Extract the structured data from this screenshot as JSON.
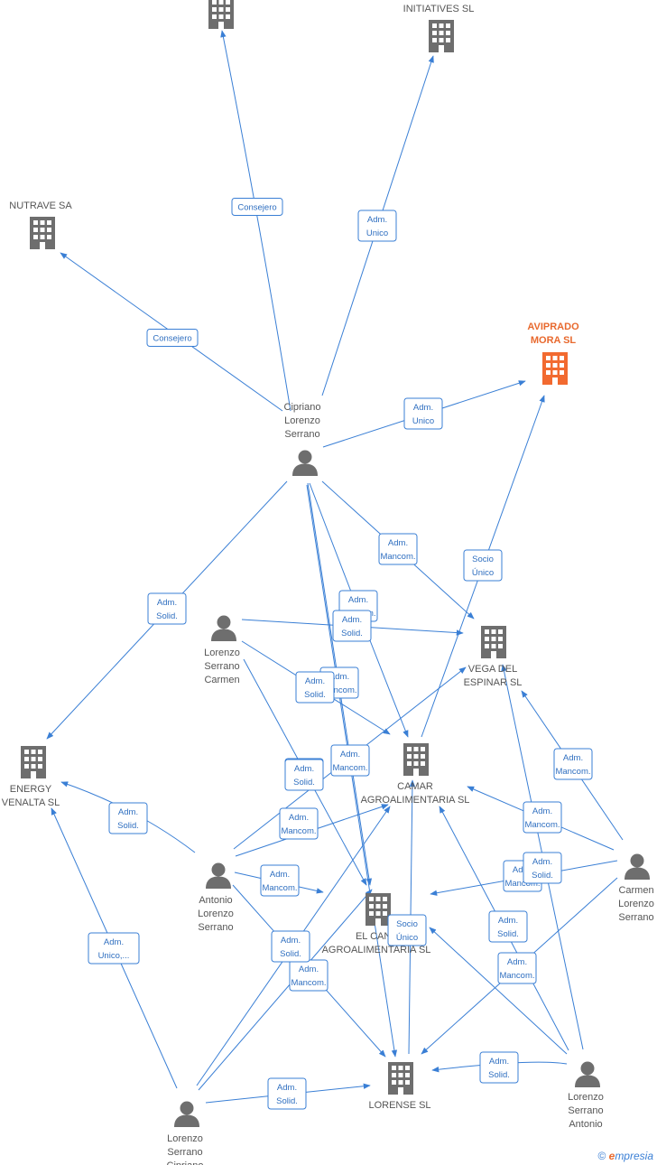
{
  "colors": {
    "edge": "#3a7fd5",
    "company": "#6e6e6e",
    "company_highlight": "#f26a30",
    "person": "#6e6e6e",
    "text": "#555555"
  },
  "nodes": [
    {
      "id": "top_co",
      "type": "company",
      "label_lines": []
    },
    {
      "id": "initiatives",
      "type": "company",
      "label_lines": [
        "INITIATIVES  SL"
      ]
    },
    {
      "id": "nutrave",
      "type": "company",
      "label_lines": [
        "NUTRAVE SA"
      ]
    },
    {
      "id": "aviprado",
      "type": "company",
      "highlight": true,
      "label_lines": [
        "AVIPRADO",
        "MORA  SL"
      ]
    },
    {
      "id": "cipriano",
      "type": "person",
      "label_lines": [
        "Cipriano",
        "Lorenzo",
        "Serrano"
      ]
    },
    {
      "id": "lsc",
      "type": "person",
      "label_lines": [
        "Lorenzo",
        "Serrano",
        "Carmen"
      ]
    },
    {
      "id": "vega",
      "type": "company",
      "label_lines": [
        "VEGA DEL",
        "ESPINAR  SL"
      ]
    },
    {
      "id": "energy",
      "type": "company",
      "label_lines": [
        "ENERGY",
        "VENALTA  SL"
      ]
    },
    {
      "id": "camar",
      "type": "company",
      "label_lines": [
        "CAMAR",
        "AGROALIMENTARIA SL"
      ]
    },
    {
      "id": "antonio",
      "type": "person",
      "label_lines": [
        "Antonio",
        "Lorenzo",
        "Serrano"
      ]
    },
    {
      "id": "carmen",
      "type": "person",
      "label_lines": [
        "Carmen",
        "Lorenzo",
        "Serrano"
      ]
    },
    {
      "id": "elcant",
      "type": "company",
      "label_lines": [
        "EL CANT",
        "AGROALIMENTARIA SL"
      ]
    },
    {
      "id": "lorense",
      "type": "company",
      "label_lines": [
        "LORENSE  SL"
      ]
    },
    {
      "id": "lsa",
      "type": "person",
      "label_lines": [
        "Lorenzo",
        "Serrano",
        "Antonio"
      ]
    },
    {
      "id": "lscip",
      "type": "person",
      "label_lines": [
        "Lorenzo",
        "Serrano",
        "Cipriano"
      ]
    }
  ],
  "edges": [
    {
      "from": "cipriano",
      "to": "top_co",
      "label_lines": [
        "Consejero"
      ]
    },
    {
      "from": "cipriano",
      "to": "initiatives",
      "label_lines": [
        "Adm.",
        "Unico"
      ]
    },
    {
      "from": "cipriano",
      "to": "nutrave",
      "label_lines": [
        "Consejero"
      ]
    },
    {
      "from": "cipriano",
      "to": "aviprado",
      "label_lines": [
        "Adm.",
        "Unico"
      ]
    },
    {
      "from": "cipriano",
      "to": "energy",
      "label_lines": [
        "Adm.",
        "Solid."
      ]
    },
    {
      "from": "cipriano",
      "to": "vega",
      "label_lines": [
        "Adm.",
        "Mancom."
      ]
    },
    {
      "from": "cipriano",
      "to": "camar",
      "label_lines": [
        "Adm.",
        "Mancom."
      ]
    },
    {
      "from": "cipriano",
      "to": "elcant",
      "label_lines": [
        "Adm.",
        "Solid."
      ]
    },
    {
      "from": "cipriano",
      "to": "lorense",
      "label_lines": []
    },
    {
      "from": "camar",
      "to": "aviprado",
      "label_lines": [
        "Socio",
        "Único"
      ]
    },
    {
      "from": "lsc",
      "to": "vega",
      "label_lines": [
        "Adm.",
        "Mancom."
      ]
    },
    {
      "from": "lsc",
      "to": "camar",
      "label_lines": [
        "Adm.",
        "Solid."
      ]
    },
    {
      "from": "lsc",
      "to": "elcant",
      "label_lines": [
        "Adm.",
        "Solid."
      ]
    },
    {
      "from": "antonio",
      "to": "energy",
      "label_lines": [
        "Adm.",
        "Solid."
      ]
    },
    {
      "from": "antonio",
      "to": "vega",
      "label_lines": [
        "Adm.",
        "Mancom."
      ]
    },
    {
      "from": "antonio",
      "to": "camar",
      "label_lines": [
        "Adm.",
        "Mancom."
      ]
    },
    {
      "from": "antonio",
      "to": "elcant",
      "label_lines": [
        "Adm.",
        "Mancom."
      ]
    },
    {
      "from": "antonio",
      "to": "lorense",
      "label_lines": [
        "Adm.",
        "Mancom."
      ]
    },
    {
      "from": "elcant",
      "to": "camar",
      "label_lines": [
        "Socio",
        "Único"
      ]
    },
    {
      "from": "carmen",
      "to": "vega",
      "label_lines": [
        "Adm.",
        "Mancom."
      ]
    },
    {
      "from": "carmen",
      "to": "camar",
      "label_lines": [
        "Adm.",
        "Mancom."
      ]
    },
    {
      "from": "carmen",
      "to": "elcant",
      "label_lines": [
        "Adm.",
        "Mancom."
      ]
    },
    {
      "from": "carmen",
      "to": "lorense",
      "label_lines": [
        "Adm.",
        "Solid."
      ]
    },
    {
      "from": "lsa",
      "to": "vega",
      "label_lines": []
    },
    {
      "from": "lsa",
      "to": "camar",
      "label_lines": [
        "Adm.",
        "Solid."
      ]
    },
    {
      "from": "lsa",
      "to": "elcant",
      "label_lines": [
        "Adm.",
        "Mancom."
      ]
    },
    {
      "from": "lsa",
      "to": "lorense",
      "label_lines": [
        "Adm.",
        "Solid."
      ]
    },
    {
      "from": "lscip",
      "to": "energy",
      "label_lines": [
        "Adm.",
        "Unico,..."
      ]
    },
    {
      "from": "lscip",
      "to": "camar",
      "label_lines": [
        "Adm.",
        "Solid."
      ]
    },
    {
      "from": "lscip",
      "to": "elcant",
      "label_lines": [
        "Adm.",
        "Solid."
      ]
    },
    {
      "from": "lscip",
      "to": "lorense",
      "label_lines": [
        "Adm.",
        "Solid."
      ]
    }
  ],
  "footer": {
    "copyright_symbol": "©",
    "brand_initial": "e",
    "brand_rest": "mpresia"
  }
}
